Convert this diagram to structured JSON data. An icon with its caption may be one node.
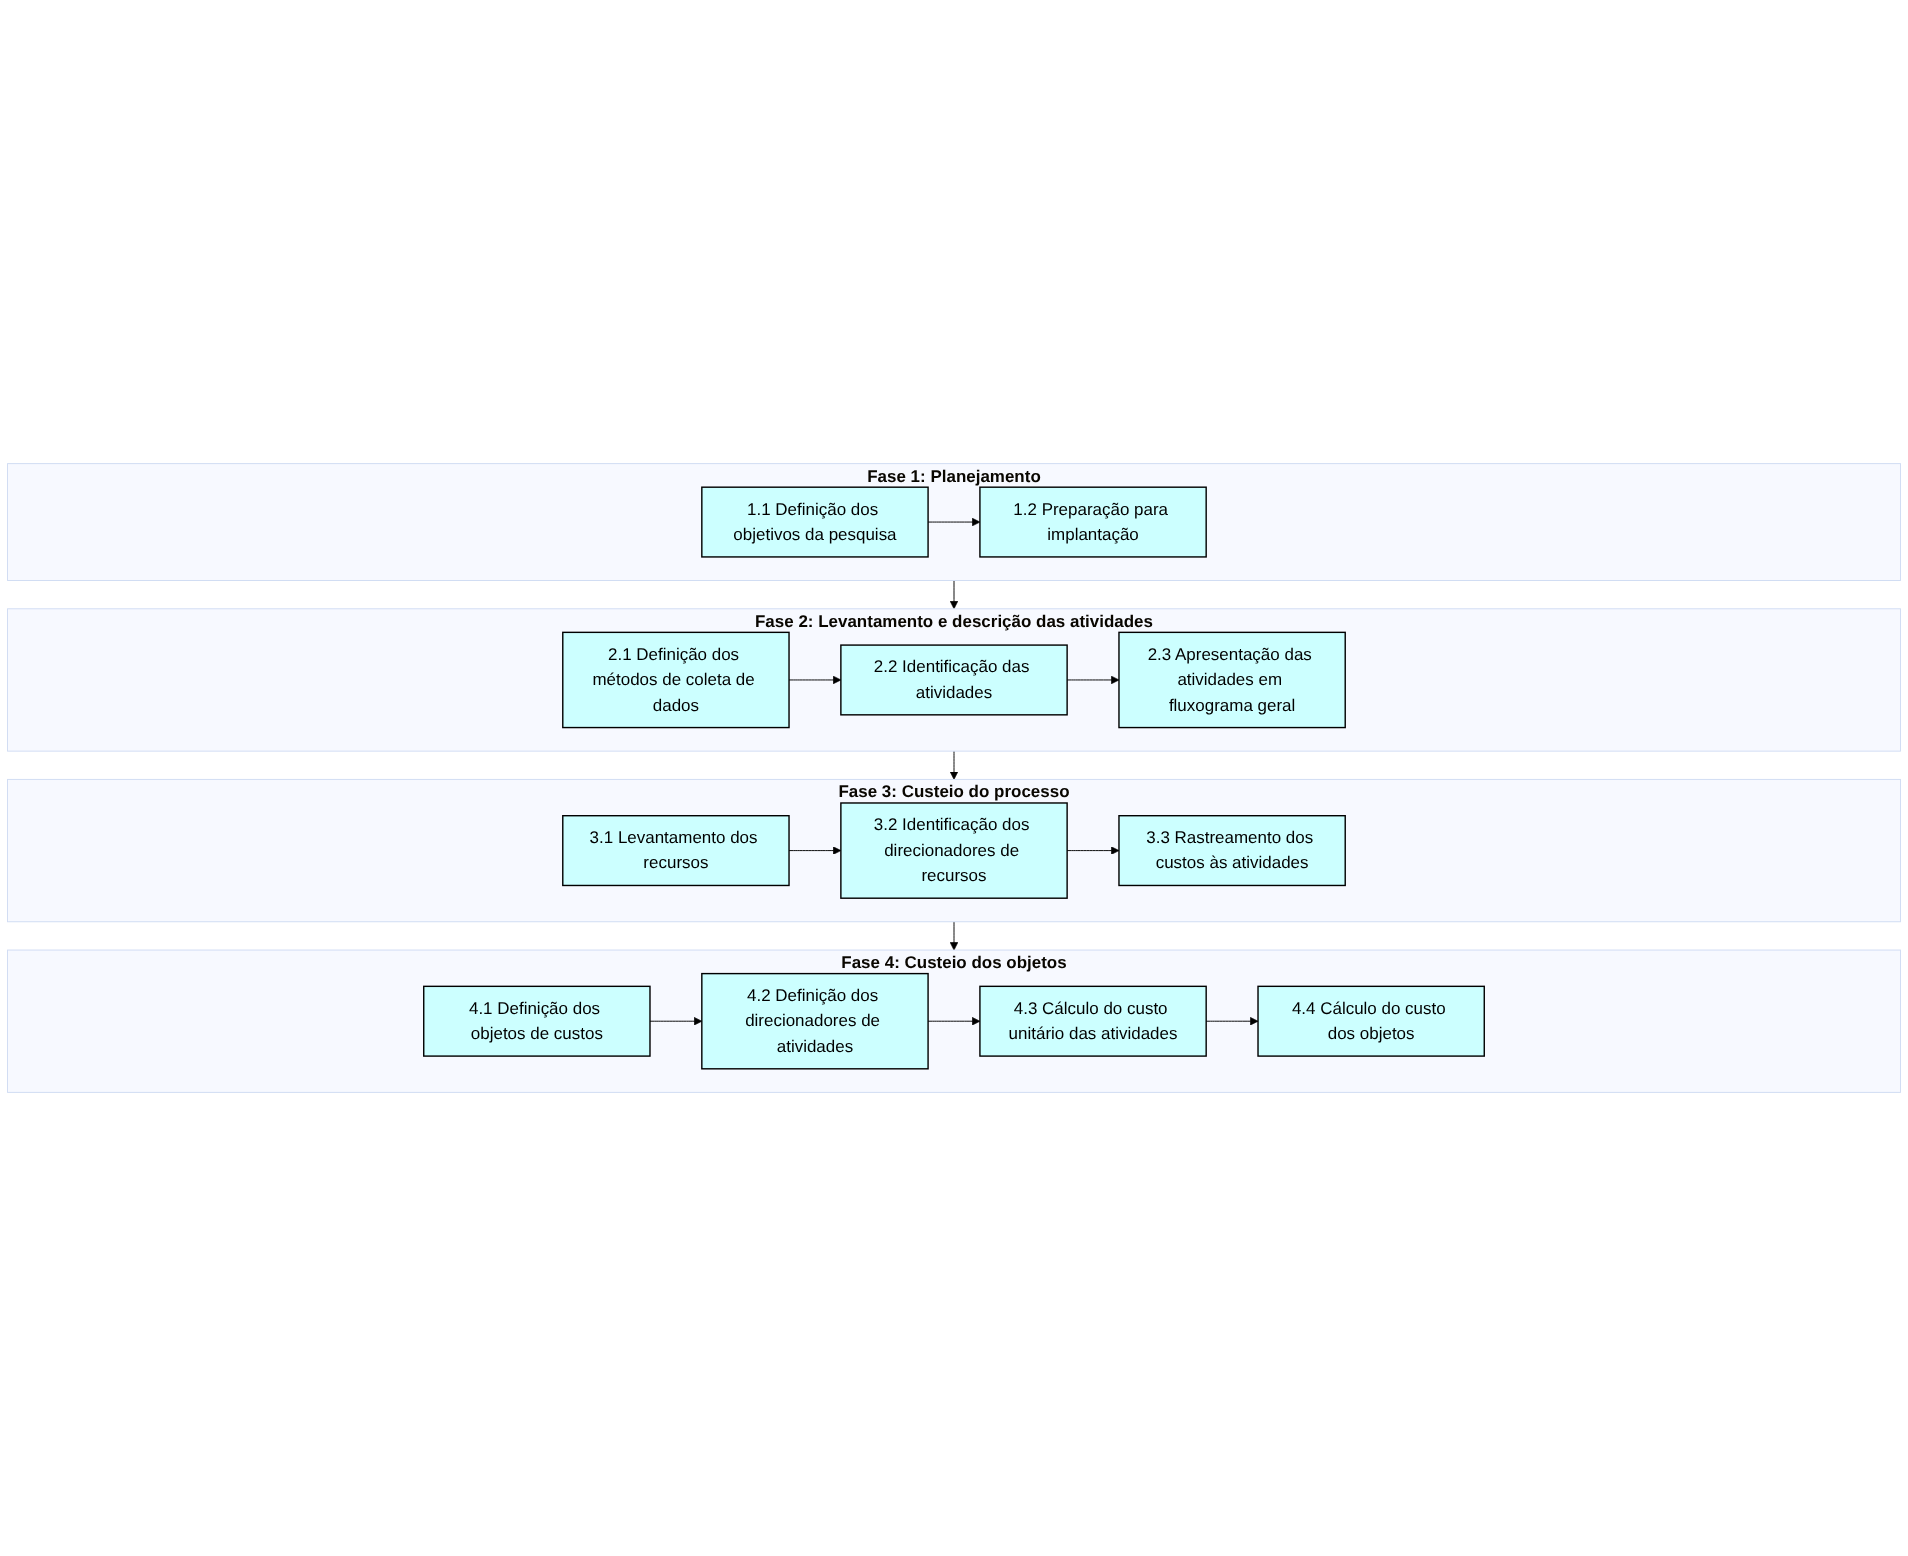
{
  "diagram": {
    "nodes": [
      {
        "text": [
          "Fase 1: Planejamento"
        ]
      },
      {
        "text": [
          "1.1 Definição dos objetivos da pesquisa"
        ],
        "in": 0
      },
      {
        "text": [
          "1.2 Preparação para implantação"
        ],
        "in": 0
      },
      {
        "text": [
          "Fase 2: Levantamento e descrição das atividades"
        ]
      },
      {
        "text": [
          "2.1 Definição dos métodos de coleta de dados"
        ],
        "in": 3
      },
      {
        "text": [
          "2.2 Identificação das atividades"
        ],
        "in": 3
      },
      {
        "text": [
          "2.3 Apresentação das atividades em fluxograma geral"
        ],
        "in": 3
      },
      {
        "text": [
          "Fase 3: Custeio do processo"
        ]
      },
      {
        "text": [
          "3.1 Levantamento dos recursos"
        ],
        "in": 7
      },
      {
        "text": [
          "3.2 Identificação dos direcionadores de recursos"
        ],
        "in": 7
      },
      {
        "text": [
          "3.3 Rastreamento dos custos às atividades"
        ],
        "in": 7
      },
      {
        "text": [
          "Fase 4: Custeio dos objetos"
        ]
      },
      {
        "text": [
          "4.1 Definição dos objetos de custos"
        ],
        "in": 11
      },
      {
        "text": [
          "4.2 Definição dos direcionadores de atividades"
        ],
        "in": 11
      },
      {
        "text": [
          "4.3 Cálculo do custo unitário das atividades"
        ],
        "in": 11
      },
      {
        "text": [
          "4.4 Cálculo do custo dos objetos"
        ],
        "in": 11
      }
    ],
    "edges": [
      {
        "from": 1,
        "to": 2,
        "arrow": "to"
      },
      {
        "from": 0,
        "to": 3,
        "arrow": "to"
      },
      {
        "from": 4,
        "to": 5,
        "arrow": "to"
      },
      {
        "from": 5,
        "to": 6,
        "arrow": "to"
      },
      {
        "from": 3,
        "to": 7,
        "arrow": "to"
      },
      {
        "from": 8,
        "to": 9,
        "arrow": "to"
      },
      {
        "from": 9,
        "to": 10,
        "arrow": "to"
      },
      {
        "from": 7,
        "to": 11,
        "arrow": "to"
      },
      {
        "from": 12,
        "to": 13,
        "arrow": "to"
      },
      {
        "from": 13,
        "to": 14,
        "arrow": "to"
      },
      {
        "from": 14,
        "to": 15,
        "arrow": "to"
      }
    ]
  }
}
